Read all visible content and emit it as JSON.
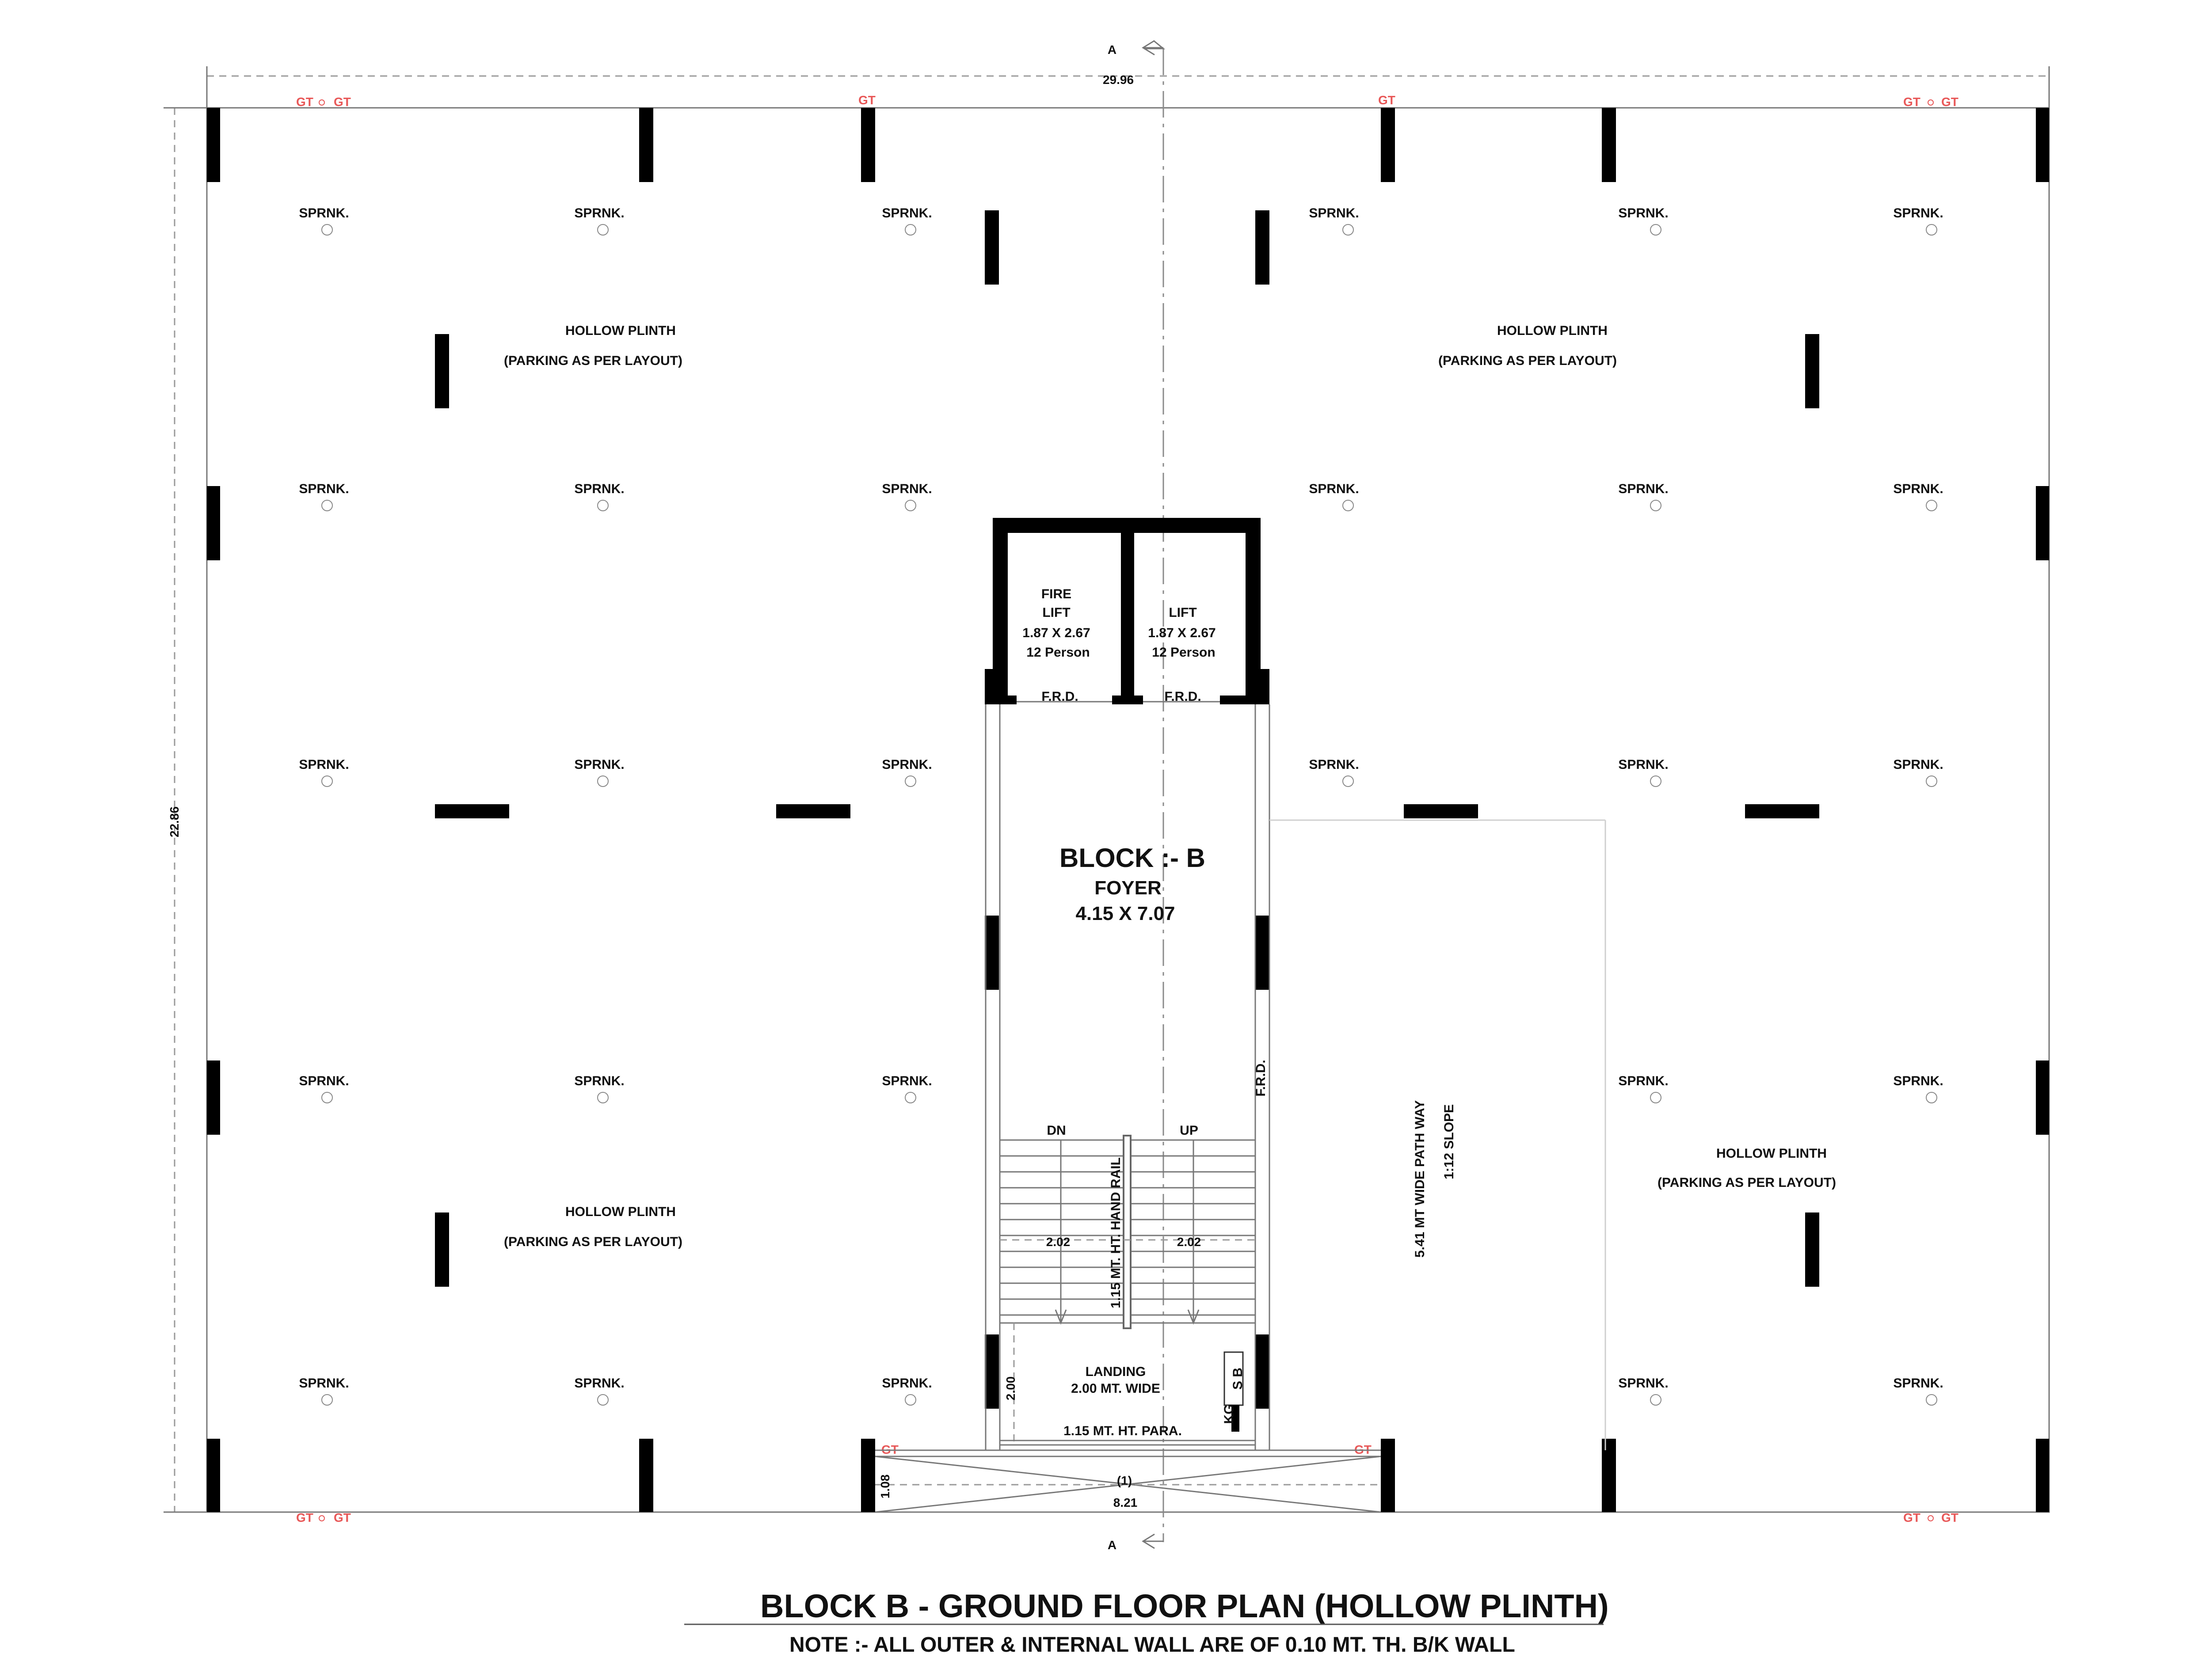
{
  "title": "BLOCK B - GROUND FLOOR PLAN (HOLLOW PLINTH)",
  "note": "NOTE :- ALL OUTER & INTERNAL WALL ARE OF 0.10 MT. TH. B/K WALL",
  "section_marker": "A",
  "dimensions": {
    "overall_width": "29.96",
    "overall_depth": "22.86",
    "stair_width_left": "2.02",
    "stair_width_right": "2.02",
    "landing_depth": "2.00",
    "entry_depth": "1.08",
    "entry_width": "8.21",
    "entry_tag": "(1)"
  },
  "labels": {
    "sprinkler": "SPRNK.",
    "gutter": "GT",
    "hollow_plinth": "HOLLOW PLINTH",
    "parking": "(PARKING AS PER LAYOUT)",
    "fire_lift_line1": "FIRE",
    "fire_lift_line2": "LIFT",
    "lift": "LIFT",
    "lift_size": "1.87 X 2.67",
    "lift_capacity": "12 Person",
    "frd": "F.R.D.",
    "block_name": "BLOCK :- B",
    "foyer": "FOYER",
    "foyer_size": "4.15 X 7.07",
    "stair_dn": "DN",
    "stair_up": "UP",
    "hand_rail": "1.15 MT. HT. HAND RAIL",
    "landing": "LANDING",
    "landing_width": "2.00 MT. WIDE",
    "parapet": "1.15 MT. HT. PARA.",
    "path_way": "5.41 MT WIDE  PATH WAY",
    "slope": "1:12 SLOPE",
    "sb": "S B",
    "kg": "KG"
  },
  "colors": {
    "wall": "#000000",
    "line": "#777777",
    "gutter": "#e85858"
  }
}
